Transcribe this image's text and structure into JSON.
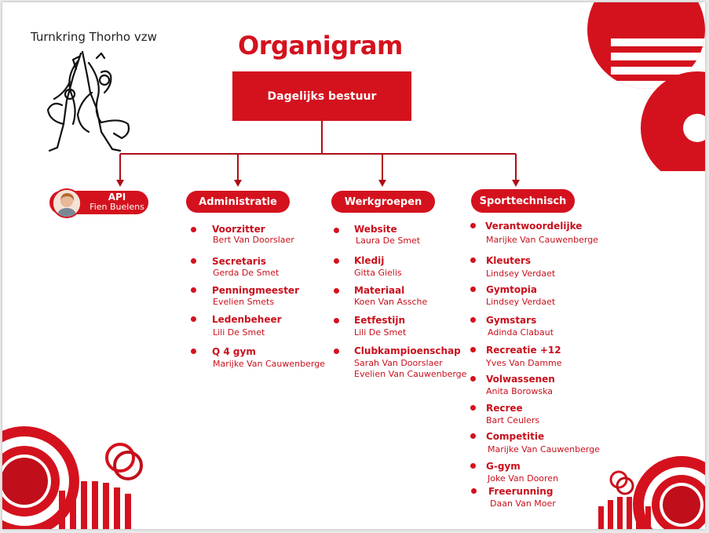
{
  "header": {
    "club_name": "Turnkring Thorho vzw",
    "title": "Organigram",
    "main_box": "Dagelijks bestuur"
  },
  "api": {
    "role": "API",
    "name": "Fien Buelens"
  },
  "columns": [
    {
      "label": "Administratie",
      "items": [
        {
          "role": "Voorzitter",
          "names": [
            "Bert Van Doorslaer"
          ]
        },
        {
          "role": "Secretaris",
          "names": [
            "Gerda De Smet"
          ]
        },
        {
          "role": "Penningmeester",
          "names": [
            "Evelien Smets"
          ]
        },
        {
          "role": "Ledenbeheer",
          "names": [
            "Lili De Smet"
          ]
        },
        {
          "role": "Q 4 gym",
          "names": [
            "Marijke Van Cauwenberge"
          ]
        }
      ]
    },
    {
      "label": "Werkgroepen",
      "items": [
        {
          "role": "Website",
          "names": [
            "Laura De Smet"
          ]
        },
        {
          "role": "Kledij",
          "names": [
            "Gitta Gielis"
          ]
        },
        {
          "role": "Materiaal",
          "names": [
            "Koen Van Assche"
          ]
        },
        {
          "role": "Eetfestijn",
          "names": [
            "Lili De Smet"
          ]
        },
        {
          "role": "Clubkampioenschap",
          "names": [
            "Sarah Van Doorslaer",
            "Evelien Van Cauwenberge"
          ]
        }
      ]
    },
    {
      "label": "Sporttechnisch",
      "items": [
        {
          "role": "Verantwoordelijke",
          "names": [
            "Marijke Van Cauwenberge"
          ]
        },
        {
          "role": "Kleuters",
          "names": [
            "Lindsey Verdaet"
          ]
        },
        {
          "role": "Gymtopia",
          "names": [
            "Lindsey Verdaet"
          ]
        },
        {
          "role": "Gymstars",
          "names": [
            "Adinda Clabaut"
          ]
        },
        {
          "role": "Recreatie +12",
          "names": [
            "Yves Van Damme"
          ]
        },
        {
          "role": "Volwassenen",
          "names": [
            "Anita Borowska"
          ]
        },
        {
          "role": "Recree",
          "names": [
            "Bart Ceulers"
          ]
        },
        {
          "role": "Competitie",
          "names": [
            "Marijke Van Cauwenberge"
          ]
        },
        {
          "role": "G-gym",
          "names": [
            "Joke Van Dooren"
          ]
        },
        {
          "role": "Freerunning",
          "names": [
            "Daan Van Moer"
          ]
        }
      ]
    }
  ],
  "colors": {
    "accent": "#d4121e",
    "dark_accent": "#b00d17"
  }
}
